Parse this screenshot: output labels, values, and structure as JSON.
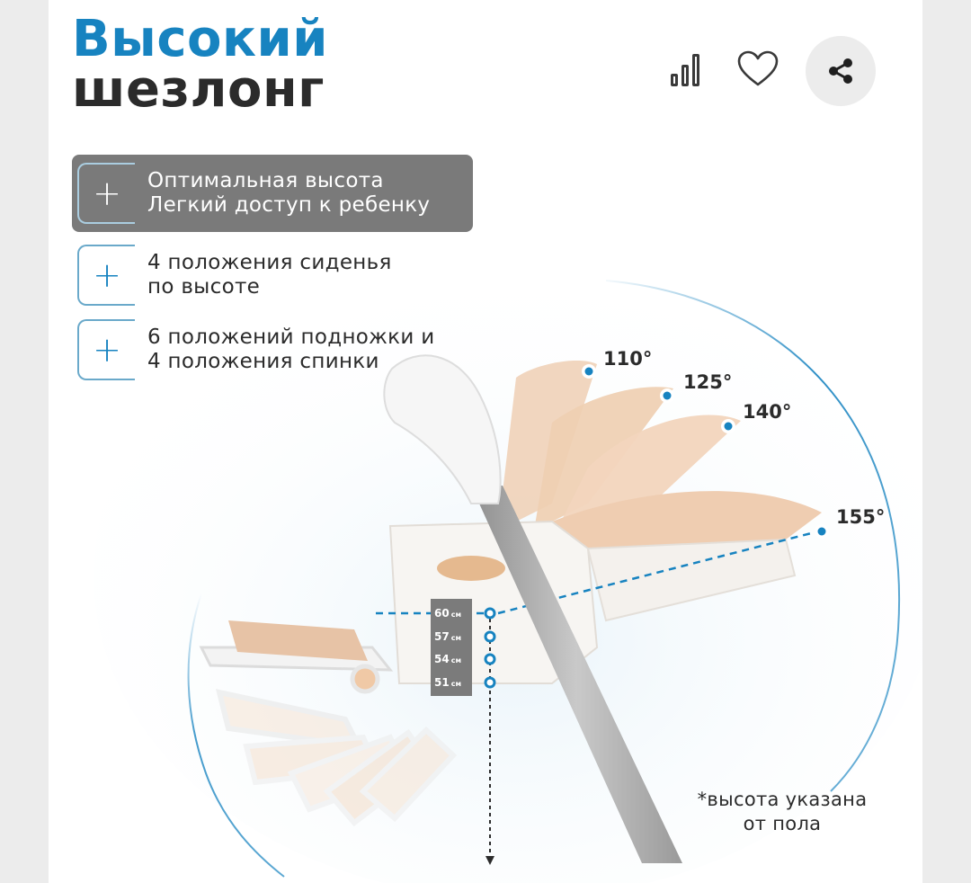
{
  "product": {
    "title_line1": "Высокий",
    "title_line2": "шезлонг"
  },
  "actions": {
    "compare_icon": "bar-chart-icon",
    "favorite_icon": "heart-icon",
    "share_icon": "share-icon"
  },
  "features": [
    {
      "line1": "Оптимальная высота",
      "line2": "Легкий доступ к ребенку",
      "active": true
    },
    {
      "line1": "4 положения сиденья",
      "line2": "по высоте",
      "active": false
    },
    {
      "line1": "6 положений подножки и",
      "line2": "4 положения спинки",
      "active": false
    }
  ],
  "recline_angles": [
    "110°",
    "125°",
    "140°",
    "155°"
  ],
  "seat_heights": [
    {
      "value": "60",
      "unit": "см"
    },
    {
      "value": "57",
      "unit": "см"
    },
    {
      "value": "54",
      "unit": "см"
    },
    {
      "value": "51",
      "unit": "см"
    }
  ],
  "note": {
    "line1": "*высота указана",
    "line2": "от пола"
  },
  "colors": {
    "accent": "#1783c0",
    "text_dark": "#2b2b2b",
    "active_bg": "#7a7a7a",
    "seat": "#f0d2b8"
  }
}
